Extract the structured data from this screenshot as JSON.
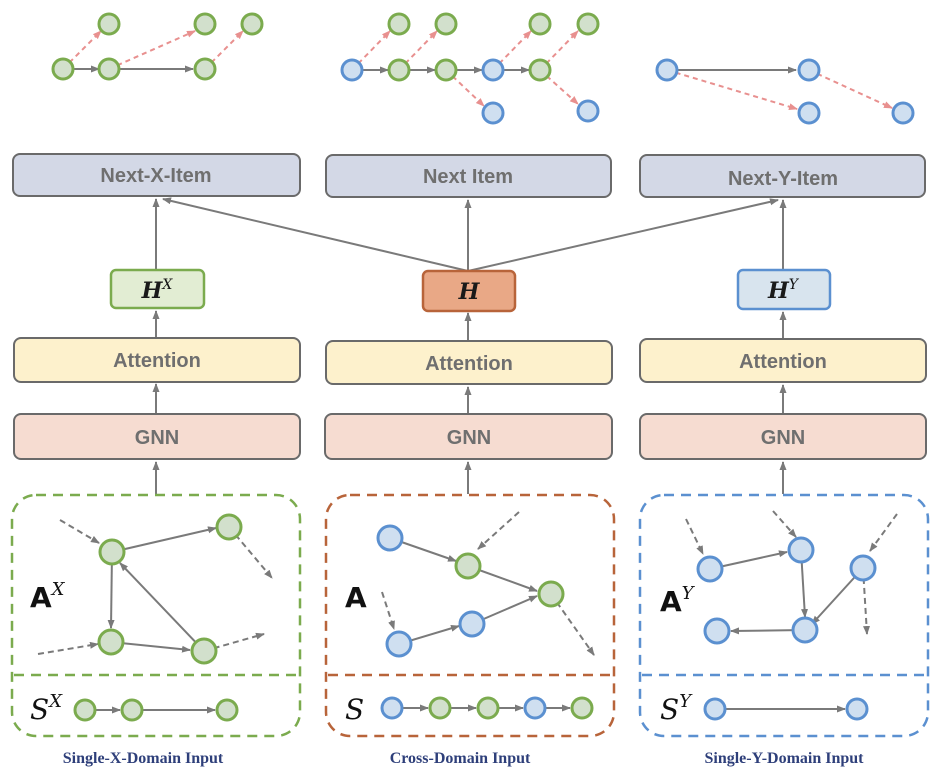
{
  "colors": {
    "green_fill": "#d2e0cc",
    "green_stroke": "#7bab4e",
    "blue_fill": "#cfdff0",
    "blue_stroke": "#5b90d0",
    "orange_stroke": "#b8643a",
    "pred_box_fill": "#d3d8e6",
    "attn_fill": "#fdf1cc",
    "gnn_fill": "#f6dcd1",
    "h_fill": "#e9a886",
    "hx_fill": "#e2edd3",
    "hy_fill": "#d8e4ee",
    "dash_red": "#e8908f",
    "arrow_gray": "#7a7a7a"
  },
  "icons": [
    "arrow-icon"
  ],
  "columns": {
    "x": {
      "prediction": "Next-X-Item",
      "hidden": {
        "base": "H",
        "sup": "X"
      },
      "attention": "Attention",
      "gnn": "GNN",
      "adjacency": {
        "base": "A",
        "sup": "X"
      },
      "sequence": {
        "base": "S",
        "sup": "X"
      },
      "caption": "Single-X-Domain Input"
    },
    "cross": {
      "prediction": "Next Item",
      "hidden": {
        "base": "H",
        "sup": ""
      },
      "attention": "Attention",
      "gnn": "GNN",
      "adjacency": {
        "base": "A",
        "sup": ""
      },
      "sequence": {
        "base": "S",
        "sup": ""
      },
      "caption": "Cross-Domain Input"
    },
    "y": {
      "prediction": "Next-Y-Item",
      "hidden": {
        "base": "H",
        "sup": "Y"
      },
      "attention": "Attention",
      "gnn": "GNN",
      "adjacency": {
        "base": "A",
        "sup": "Y"
      },
      "sequence": {
        "base": "S",
        "sup": "Y"
      },
      "caption": "Single-Y-Domain Input"
    }
  }
}
